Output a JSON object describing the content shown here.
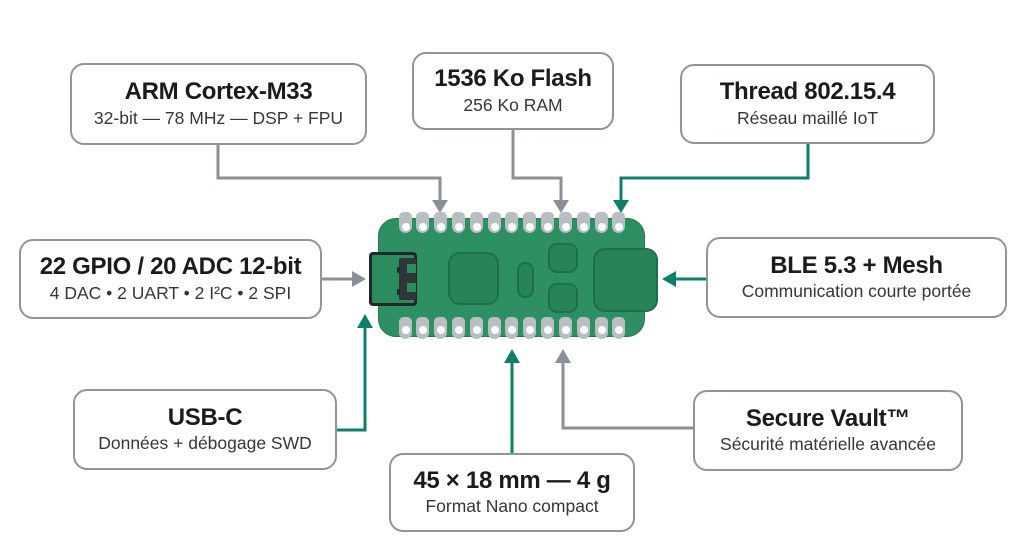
{
  "diagram": {
    "subject": "microcontroller-board",
    "colors": {
      "accent_green": "#0e7f69",
      "line_gray": "#8a9095",
      "board_green": "#2e9062",
      "chip_green": "#278457",
      "pin_gray": "#b9bec3"
    },
    "callouts": [
      {
        "id": "cpu",
        "title": "ARM Cortex-M33",
        "subtitle": "32-bit — 78 MHz — DSP + FPU"
      },
      {
        "id": "memory",
        "title": "1536 Ko Flash",
        "subtitle": "256 Ko RAM"
      },
      {
        "id": "thread",
        "title": "Thread 802.15.4",
        "subtitle": "Réseau maillé IoT"
      },
      {
        "id": "gpio",
        "title": "22 GPIO / 20 ADC 12-bit",
        "subtitle": "4 DAC • 2 UART • 2 I²C • 2 SPI"
      },
      {
        "id": "ble",
        "title": "BLE 5.3 + Mesh",
        "subtitle": "Communication courte portée"
      },
      {
        "id": "usb",
        "title": "USB-C",
        "subtitle": "Données + débogage SWD"
      },
      {
        "id": "secure",
        "title": "Secure Vault™",
        "subtitle": "Sécurité matérielle avancée"
      },
      {
        "id": "size",
        "title": "45 × 18 mm — 4 g",
        "subtitle": "Format Nano compact"
      }
    ]
  }
}
